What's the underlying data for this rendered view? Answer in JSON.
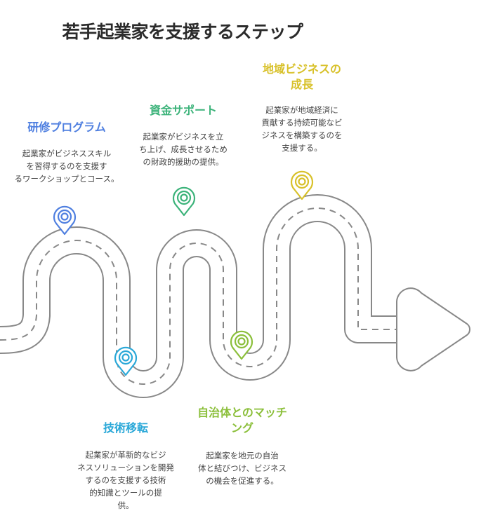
{
  "title": "若手起業家を支援するステップ",
  "colors": {
    "road": "#888888",
    "road_fill": "#ffffff",
    "step1": "#4f7fe0",
    "step2": "#2aa8d8",
    "step3": "#3cb37a",
    "step4": "#8bbf3a",
    "step5": "#d8c12a"
  },
  "steps": [
    {
      "id": "training-program",
      "title": "研修プログラム",
      "description_lines": [
        "起業家がビジネススキル",
        "を習得するのを支援す",
        "るワークショップとコース。"
      ],
      "icon": "map-pin-icon"
    },
    {
      "id": "tech-transfer",
      "title": "技術移転",
      "description_lines": [
        "起業家が革新的なビジ",
        "ネスソリューションを開発",
        "するのを支援する技術",
        "的知識とツールの提",
        "供。"
      ],
      "icon": "map-pin-icon"
    },
    {
      "id": "funding-support",
      "title": "資金サポート",
      "description_lines": [
        "起業家がビジネスを立",
        "ち上げ、成長させるため",
        "の財政的援助の提供。"
      ],
      "icon": "map-pin-icon"
    },
    {
      "id": "local-matching",
      "title_lines": [
        "自治体とのマッチ",
        "ング"
      ],
      "description_lines": [
        "起業家を地元の自治",
        "体と結びつけ、ビジネス",
        "の機会を促進する。"
      ],
      "icon": "map-pin-icon"
    },
    {
      "id": "regional-growth",
      "title_lines": [
        "地域ビジネスの",
        "成長"
      ],
      "description_lines": [
        "起業家が地域経済に",
        "貢献する持続可能なビ",
        "ジネスを構築するのを",
        "支援する。"
      ],
      "icon": "map-pin-icon"
    }
  ]
}
